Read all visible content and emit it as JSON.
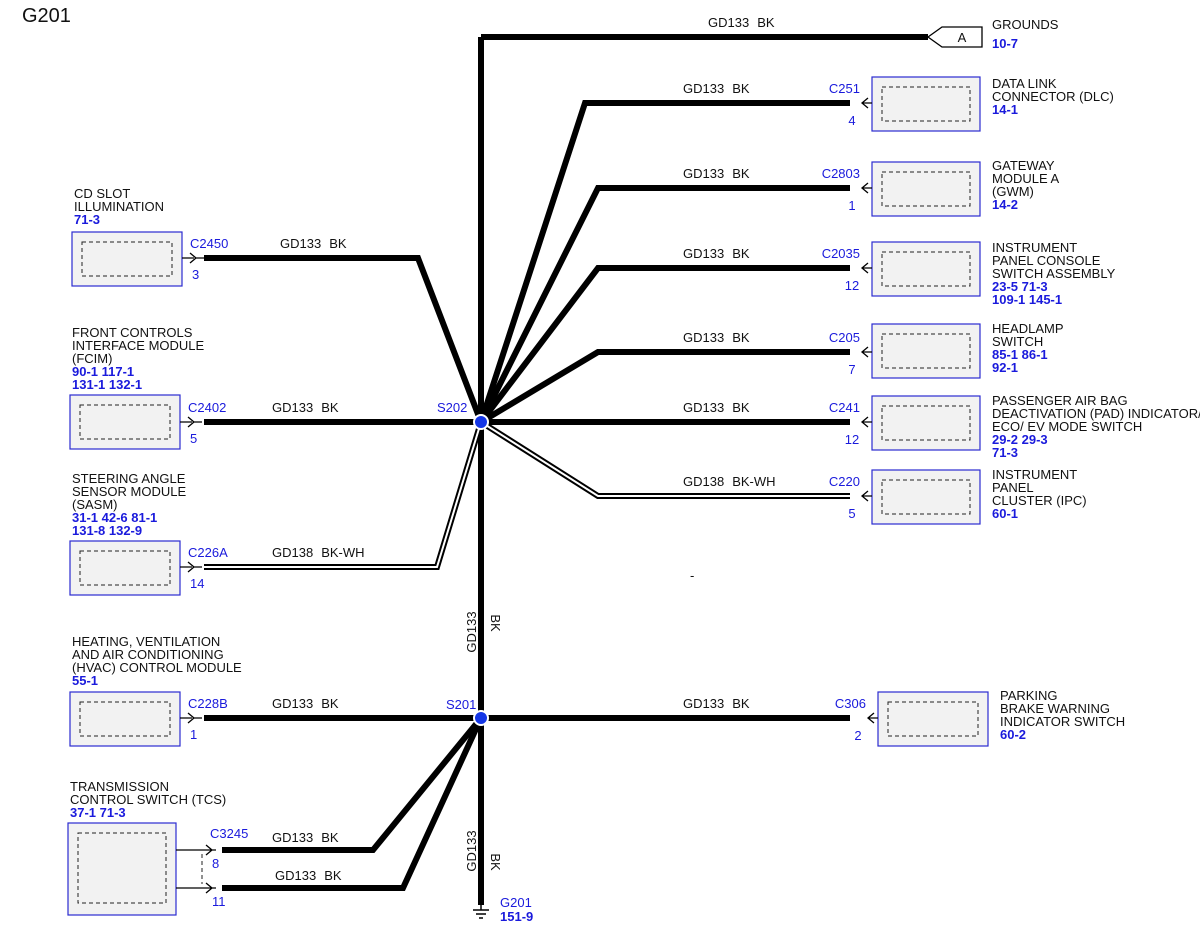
{
  "title": "G201",
  "grounds": {
    "label": "GROUNDS",
    "ref": "10-7",
    "tag": "A",
    "wire": "GD133",
    "color": "BK"
  },
  "splices": {
    "upper": "S202",
    "lower": "S201"
  },
  "trunk": {
    "upper": {
      "wire": "GD133",
      "color": "BK"
    },
    "lower": {
      "wire": "GD133",
      "color": "BK"
    }
  },
  "ground_point": {
    "name": "G201",
    "ref": "151-9"
  },
  "right_components": [
    {
      "lines": [
        "DATA LINK",
        "CONNECTOR (DLC)"
      ],
      "refs": [
        "14-1"
      ],
      "connector": "C251",
      "pin": "4",
      "wire": "GD133",
      "color": "BK"
    },
    {
      "lines": [
        "GATEWAY",
        "MODULE A",
        "(GWM)"
      ],
      "refs": [
        "14-2"
      ],
      "connector": "C2803",
      "pin": "1",
      "wire": "GD133",
      "color": "BK"
    },
    {
      "lines": [
        "INSTRUMENT",
        "PANEL CONSOLE",
        "SWITCH ASSEMBLY"
      ],
      "refs": [
        "23-5  71-3",
        "109-1 145-1"
      ],
      "connector": "C2035",
      "pin": "12",
      "wire": "GD133",
      "color": "BK"
    },
    {
      "lines": [
        "HEADLAMP",
        "SWITCH"
      ],
      "refs": [
        "85-1  86-1",
        "92-1"
      ],
      "connector": "C205",
      "pin": "7",
      "wire": "GD133",
      "color": "BK"
    },
    {
      "lines": [
        "PASSENGER AIR BAG",
        "DEACTIVATION (PAD) INDICATOR/",
        "ECO/ EV MODE SWITCH"
      ],
      "refs": [
        "29-2  29-3",
        "71-3"
      ],
      "connector": "C241",
      "pin": "12",
      "wire": "GD133",
      "color": "BK"
    },
    {
      "lines": [
        "INSTRUMENT",
        "PANEL",
        "CLUSTER (IPC)"
      ],
      "refs": [
        "60-1"
      ],
      "connector": "C220",
      "pin": "5",
      "wire": "GD138",
      "color": "BK-WH"
    },
    {
      "lines": [
        "PARKING",
        "BRAKE WARNING",
        "INDICATOR SWITCH"
      ],
      "refs": [
        "60-2"
      ],
      "connector": "C306",
      "pin": "2",
      "wire": "GD133",
      "color": "BK"
    }
  ],
  "left_components": [
    {
      "lines": [
        "CD SLOT",
        "ILLUMINATION"
      ],
      "refs": [
        "71-3"
      ],
      "connector": "C2450",
      "pin": "3",
      "wire": "GD133",
      "color": "BK"
    },
    {
      "lines": [
        "FRONT CONTROLS",
        "INTERFACE MODULE",
        "(FCIM)"
      ],
      "refs": [
        "90-1   117-1",
        "131-1 132-1"
      ],
      "connector": "C2402",
      "pin": "5",
      "wire": "GD133",
      "color": "BK"
    },
    {
      "lines": [
        "STEERING ANGLE",
        "SENSOR MODULE",
        "(SASM)"
      ],
      "refs": [
        "31-1   42-6   81-1",
        "131-8 132-9"
      ],
      "connector": "C226A",
      "pin": "14",
      "wire": "GD138",
      "color": "BK-WH"
    },
    {
      "lines": [
        "HEATING, VENTILATION",
        "AND AIR CONDITIONING",
        "(HVAC) CONTROL MODULE"
      ],
      "refs": [
        "55-1"
      ],
      "connector": "C228B",
      "pin": "1",
      "wire": "GD133",
      "color": "BK"
    },
    {
      "lines": [
        "TRANSMISSION",
        "CONTROL SWITCH (TCS)"
      ],
      "refs": [
        "37-1   71-3"
      ],
      "connector": "C3245",
      "pins": [
        "8",
        "11"
      ],
      "wires": [
        "GD133",
        "GD133"
      ],
      "colors": [
        "BK",
        "BK"
      ]
    }
  ],
  "misc": {
    "dash": "-"
  }
}
